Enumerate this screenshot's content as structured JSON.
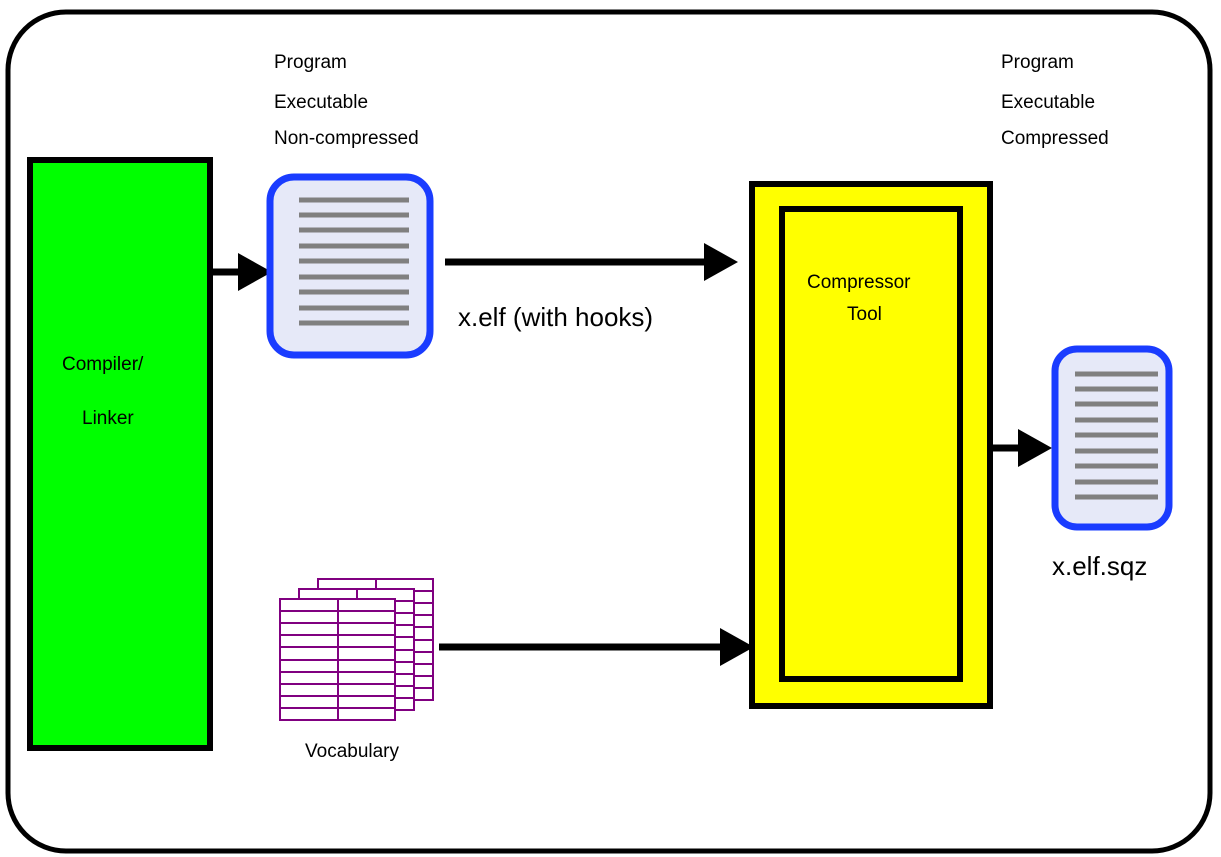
{
  "compiler_box": {
    "line1": "Compiler/",
    "line2": "Linker",
    "fill_color": "#00ff00"
  },
  "input_file": {
    "heading": [
      "Program",
      "Executable",
      "Non-compressed"
    ],
    "name": "x.elf (with hooks)",
    "icon": "document-icon"
  },
  "compressor": {
    "line1": "Compressor",
    "line2": "Tool",
    "fill_color": "#ffff00"
  },
  "output_file": {
    "heading": [
      "Program",
      "Executable",
      "Compressed"
    ],
    "name": "x.elf.sqz",
    "icon": "document-icon"
  },
  "vocabulary": {
    "label": "Vocabulary",
    "icon": "table-stack-icon",
    "color": "#800080"
  },
  "colors": {
    "file_border": "#1a3cff",
    "file_fill": "#e6e9f8",
    "file_lines": "#808080"
  }
}
